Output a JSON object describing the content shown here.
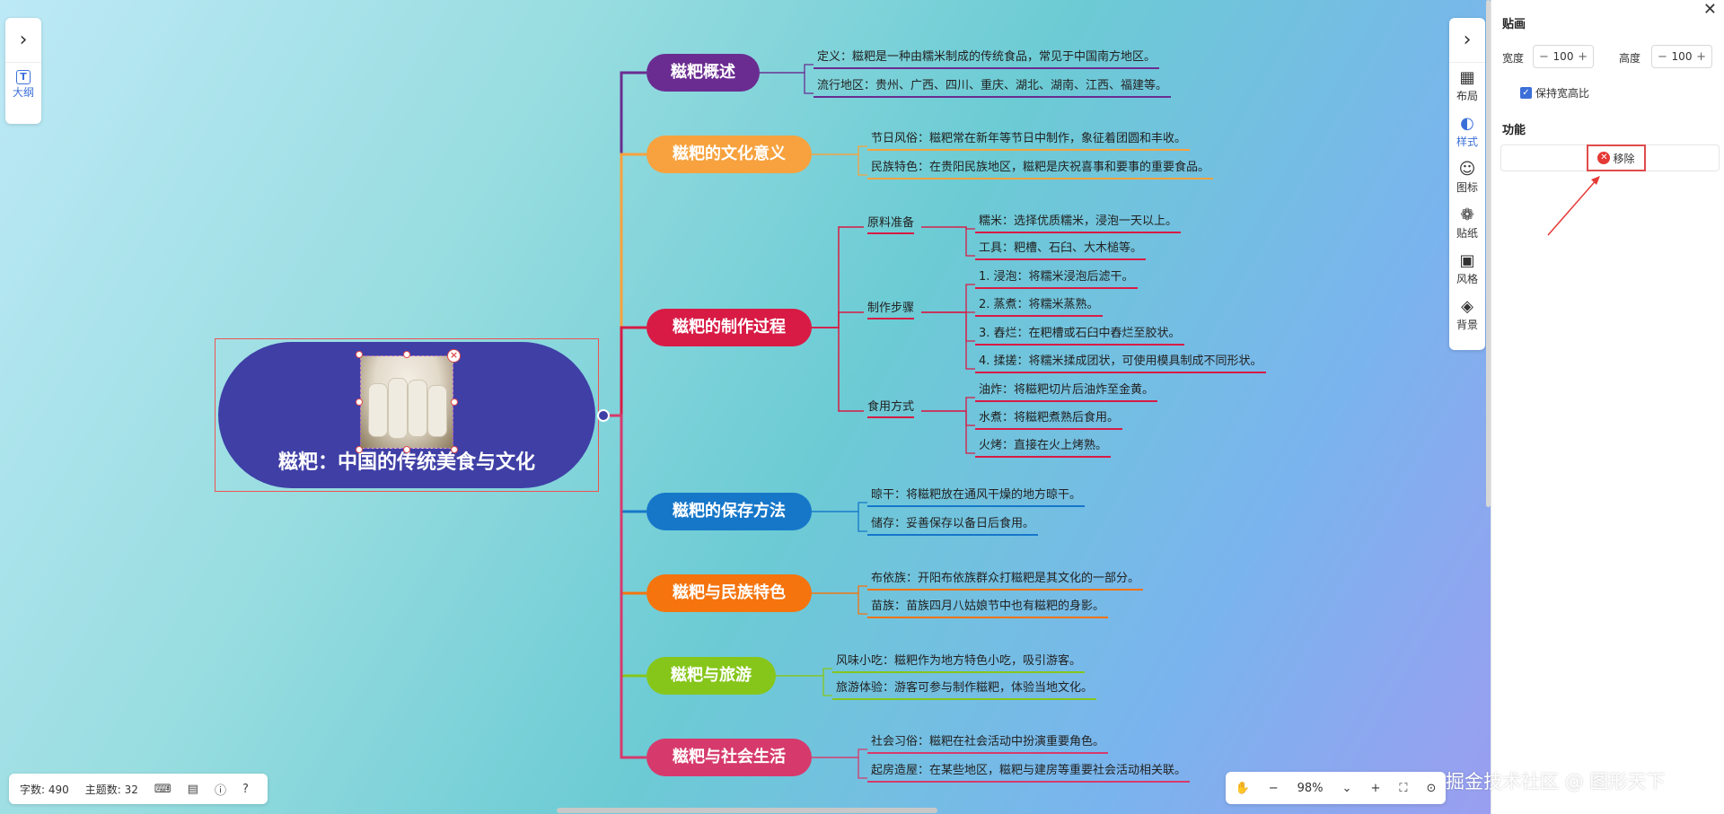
{
  "left_panel": {
    "outline_label": "大纲",
    "expand_icon": "chevron-right-icon",
    "outline_icon": "outline-icon"
  },
  "root": {
    "title": "糍粑：中国的传统美食与文化"
  },
  "branches": [
    {
      "title": "糍粑概述",
      "color": "#6a2c91",
      "items": [
        "定义：糍粑是一种由糯米制成的传统食品，常见于中国南方地区。",
        "流行地区：贵州、广西、四川、重庆、湖北、湖南、江西、福建等。"
      ]
    },
    {
      "title": "糍粑的文化意义",
      "color": "#f7a23e",
      "items": [
        "节日风俗：糍粑常在新年等节日中制作，象征着团圆和丰收。",
        "民族特色：在贵阳民族地区，糍粑是庆祝喜事和要事的重要食品。"
      ]
    },
    {
      "title": "糍粑的制作过程",
      "color": "#d81b45",
      "groups": [
        {
          "label": "原料准备",
          "items": [
            "糯米：选择优质糯米，浸泡一天以上。",
            "工具：粑槽、石臼、大木槌等。"
          ]
        },
        {
          "label": "制作步骤",
          "items": [
            "1. 浸泡：将糯米浸泡后滤干。",
            "2. 蒸煮：将糯米蒸熟。",
            "3. 舂烂：在粑槽或石臼中舂烂至胶状。",
            "4. 揉搓：将糯米揉成团状，可使用模具制成不同形状。"
          ]
        },
        {
          "label": "食用方式",
          "items": [
            "油炸：将糍粑切片后油炸至金黄。",
            "水煮：将糍粑煮熟后食用。",
            "火烤：直接在火上烤熟。"
          ]
        }
      ]
    },
    {
      "title": "糍粑的保存方法",
      "color": "#1677c9",
      "items": [
        "晾干：将糍粑放在通风干燥的地方晾干。",
        "储存：妥善保存以备日后食用。"
      ]
    },
    {
      "title": "糍粑与民族特色",
      "color": "#f5740e",
      "items": [
        "布依族：开阳布依族群众打糍粑是其文化的一部分。",
        "苗族：苗族四月八姑娘节中也有糍粑的身影。"
      ]
    },
    {
      "title": "糍粑与旅游",
      "color": "#86c61b",
      "items": [
        "风味小吃：糍粑作为地方特色小吃，吸引游客。",
        "旅游体验：游客可参与制作糍粑，体验当地文化。"
      ]
    },
    {
      "title": "糍粑与社会生活",
      "color": "#d63a6c",
      "items": [
        "社会习俗：糍粑在社会活动中扮演重要角色。",
        "起房造屋：在某些地区，糍粑与建房等重要社会活动相关联。"
      ]
    }
  ],
  "right_toolbar": {
    "expand_icon": "chevron-right-icon",
    "tools": [
      {
        "label": "布局",
        "icon": "layout-icon",
        "glyph": "▦"
      },
      {
        "label": "样式",
        "icon": "palette-icon",
        "glyph": "◐"
      },
      {
        "label": "图标",
        "icon": "smiley-icon",
        "glyph": "☺"
      },
      {
        "label": "贴纸",
        "icon": "sticker-icon",
        "glyph": "❁"
      },
      {
        "label": "风格",
        "icon": "grid-icon",
        "glyph": "▣"
      },
      {
        "label": "背景",
        "icon": "layers-icon",
        "glyph": "◈"
      }
    ],
    "active": "样式"
  },
  "panel": {
    "title": "贴画",
    "width_label": "宽度",
    "width_value": "100",
    "height_label": "高度",
    "height_value": "100",
    "keep_ratio_label": "保持宽高比",
    "keep_ratio_checked": true,
    "func_title": "功能",
    "remove_label": "移除"
  },
  "stats": {
    "word_count": "字数: 490",
    "topic_count": "主题数: 32"
  },
  "zoom": {
    "value": "98%"
  },
  "watermark": "掘金技术社区 @ 图形天下"
}
